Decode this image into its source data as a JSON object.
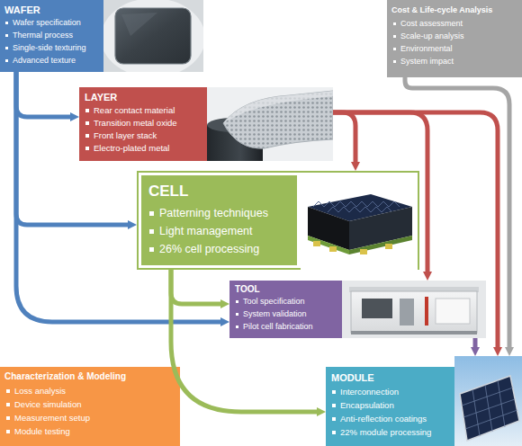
{
  "diagram": {
    "nodes": [
      {
        "text": [
          "WAFER",
          "Wafer specification",
          "Thermal process",
          "Single-side texturing",
          "Advanced texture"
        ]
      },
      {
        "text": [
          "Cost & Life-cycle Analysis",
          "Cost assessment",
          "Scale-up analysis",
          "Environmental",
          "System impact"
        ]
      },
      {
        "text": [
          "LAYER",
          "Rear contact material",
          "Transition metal oxide",
          "Front layer stack",
          "Electro-plated metal"
        ]
      },
      {
        "text": [
          "CELL",
          "Patterning techniques",
          "Light management",
          "26% cell processing"
        ]
      },
      {
        "text": [
          "TOOL",
          "Tool specification",
          "System validation",
          "Pilot cell fabrication"
        ]
      },
      {
        "text": [
          "Characterization & Modeling",
          "Loss analysis",
          "Device simulation",
          "Measurement setup",
          "Module testing"
        ]
      },
      {
        "text": [
          "MODULE",
          "Interconnection",
          "Encapsulation",
          "Anti-reflection coatings",
          "22% module processing"
        ]
      }
    ],
    "edges": [
      {
        "from": 0,
        "to": 2,
        "arrow": "to"
      },
      {
        "from": 0,
        "to": 3,
        "arrow": "to"
      },
      {
        "from": 0,
        "to": 4,
        "arrow": "to"
      },
      {
        "from": 2,
        "to": 3,
        "arrow": "to"
      },
      {
        "from": 2,
        "to": 4,
        "arrow": "to"
      },
      {
        "from": 2,
        "to": 6,
        "arrow": "to"
      },
      {
        "from": 1,
        "to": 6,
        "arrow": "to"
      },
      {
        "from": 3,
        "to": 4,
        "arrow": "to"
      },
      {
        "from": 3,
        "to": 6,
        "arrow": "to"
      },
      {
        "from": 4,
        "to": 6,
        "arrow": "to"
      }
    ]
  }
}
